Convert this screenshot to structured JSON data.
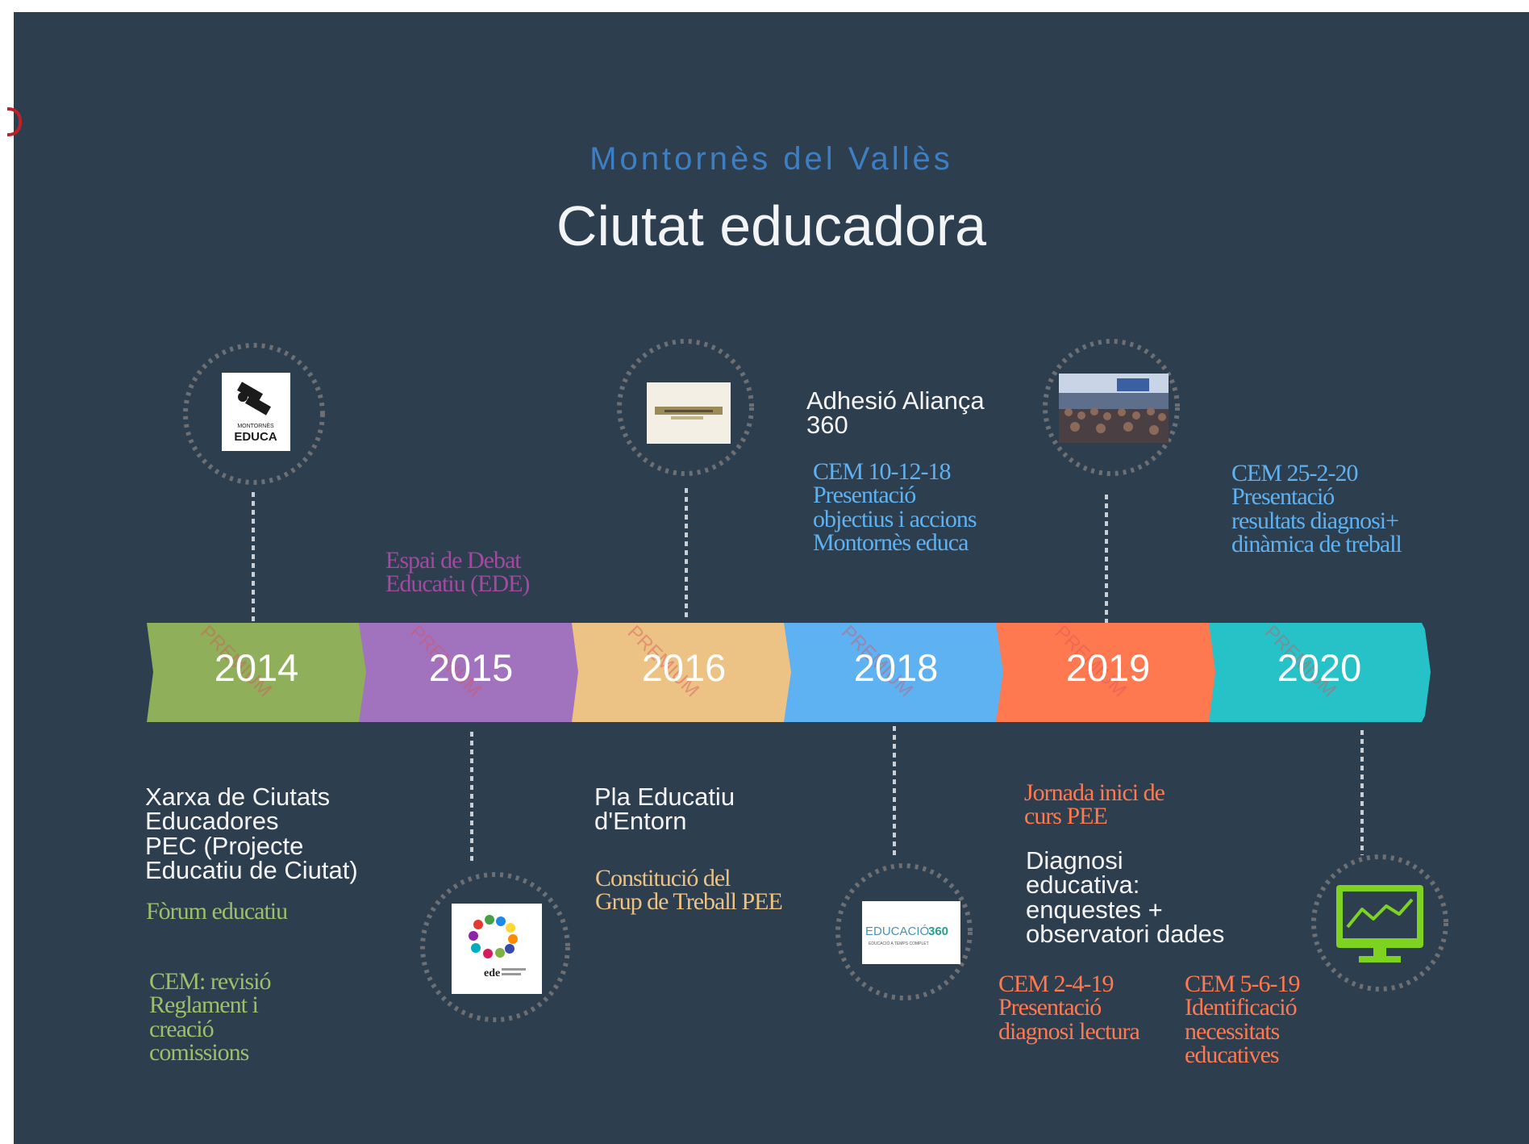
{
  "header": {
    "subtitle": "Montornès del Vallès",
    "title": "Ciutat educadora"
  },
  "colors": {
    "background": "#2d3e4e",
    "y2014": "#8faf5a",
    "y2015": "#a172bd",
    "y2016": "#ecc285",
    "y2018": "#5eb2f2",
    "y2019": "#ff7950",
    "y2020": "#27c2c8",
    "subtitle": "#3d7fc4"
  },
  "years": [
    "2014",
    "2015",
    "2016",
    "2018",
    "2019",
    "2020"
  ],
  "icons": {
    "i2014": "montornes-educa-logo",
    "i2015": "ede-logo",
    "i2016": "document-photo",
    "i2018": "educacio-360-logo",
    "i2019": "audience-photo",
    "i2020": "monitor-chart-icon"
  },
  "logo_text": {
    "montornes": "MONTORNÈS",
    "educa": "EDUCA",
    "ede": "ede",
    "educacio": "EDUCACIÓ",
    "n360": "360",
    "tagline": "EDUCACIÓ A TEMPS COMPLET"
  },
  "events": {
    "y2014": {
      "a": [
        "Xarxa de Ciutats",
        "Educadores",
        "PEC (Projecte",
        "Educatiu de Ciutat)"
      ],
      "b": [
        "Fòrum educatiu"
      ],
      "c": [
        "CEM: revisió",
        "Reglament i",
        "creació",
        "comissions"
      ]
    },
    "y2015": {
      "a": [
        "Espai de Debat",
        "Educatiu (EDE)"
      ]
    },
    "y2016": {
      "a": [
        "Pla Educatiu",
        "d'Entorn"
      ],
      "b": [
        "Constitució del",
        "Grup de Treball PEE"
      ]
    },
    "y2018": {
      "a": [
        "Adhesió Aliança",
        "360"
      ],
      "b": [
        "CEM 10-12-18",
        "Presentació",
        "objectius i accions",
        "Montornès educa"
      ]
    },
    "y2019": {
      "a": [
        "Jornada inici de",
        "curs PEE"
      ],
      "b": [
        "Diagnosi",
        "educativa:",
        "enquestes +",
        "observatori dades"
      ],
      "c": [
        "CEM 2-4-19",
        "Presentació",
        "diagnosi lectura"
      ],
      "d": [
        "CEM 5-6-19",
        "Identificació",
        "necessitats",
        "educatives"
      ]
    },
    "y2020": {
      "a": [
        "CEM 25-2-20",
        "Presentació",
        "resultats diagnosi+",
        "dinàmica de treball"
      ]
    }
  },
  "watermark": "PREMIUM"
}
